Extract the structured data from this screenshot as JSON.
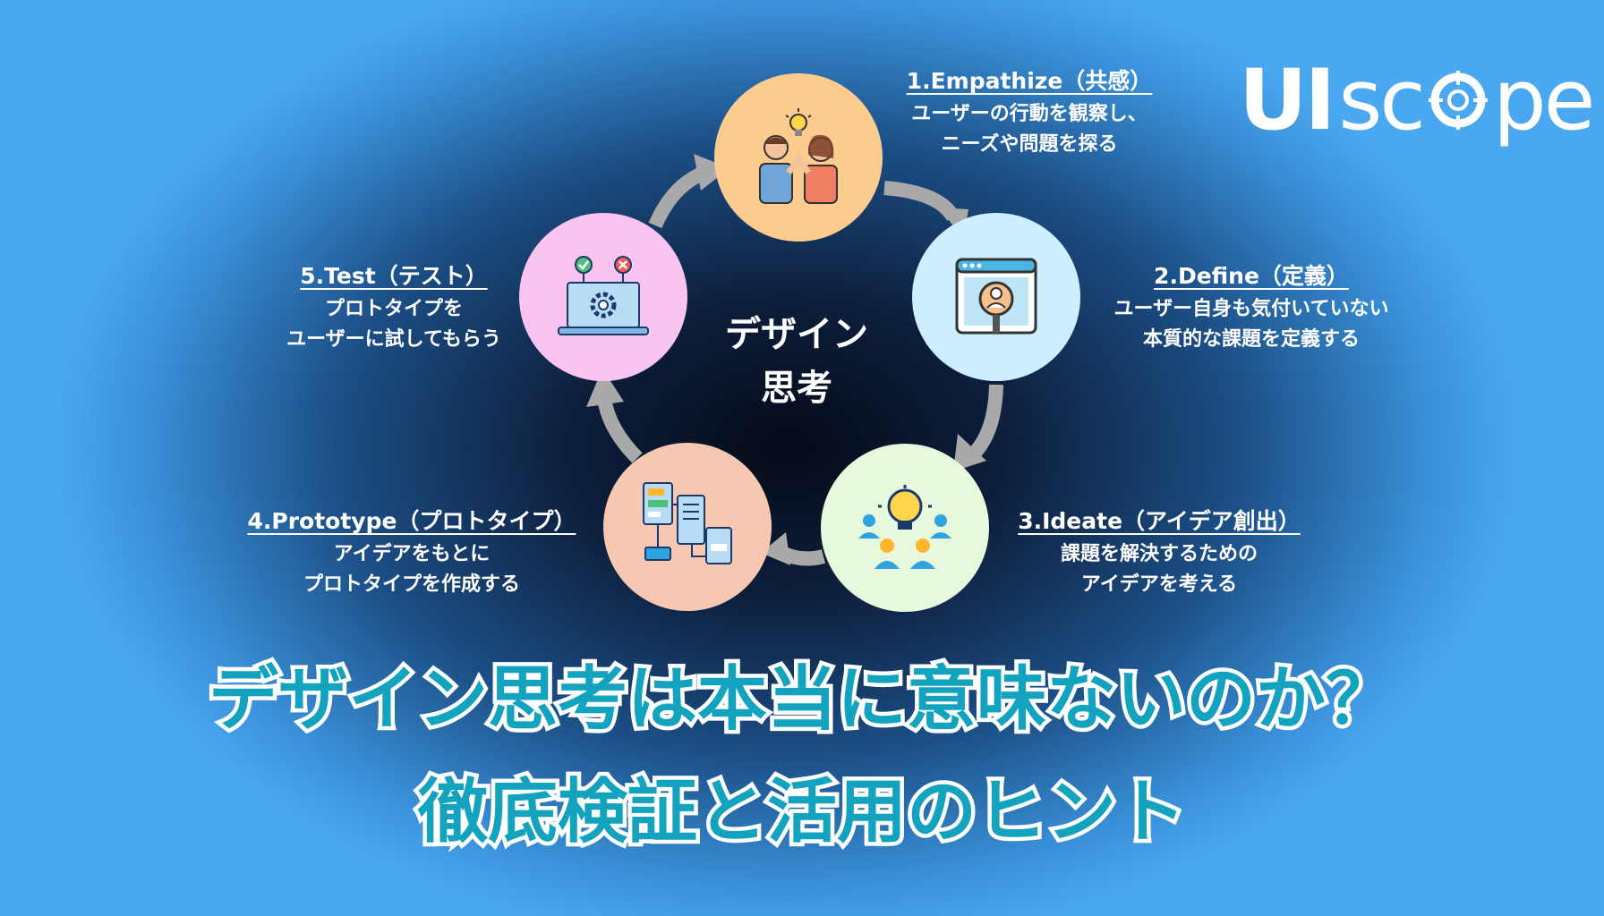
{
  "brand": {
    "logo_prefix": "UI",
    "logo_suffix_before": "sc",
    "logo_suffix_after": "pe"
  },
  "diagram": {
    "center_line1": "デザイン",
    "center_line2": "思考",
    "steps": [
      {
        "title": "1.Empathize（共感）",
        "line1": "ユーザーの行動を観察し、",
        "line2": "ニーズや問題を探る",
        "color": "#fccb8e"
      },
      {
        "title": "2.Define（定義）",
        "line1": "ユーザー自身も気付いていない",
        "line2": "本質的な課題を定義する",
        "color": "#cdeefc"
      },
      {
        "title": "3.Ideate（アイデア創出）",
        "line1": "課題を解決するための",
        "line2": "アイデアを考える",
        "color": "#e6f9dd"
      },
      {
        "title": "4.Prototype（プロトタイプ）",
        "line1": "アイデアをもとに",
        "line2": "プロトタイプを作成する",
        "color": "#f6c8b2"
      },
      {
        "title": "5.Test（テスト）",
        "line1": "プロトタイプを",
        "line2": "ユーザーに試してもらう",
        "color": "#f9c4ef"
      }
    ]
  },
  "headline": {
    "line1": "デザイン思考は本当に意味ないのか？",
    "line2": "徹底検証と活用のヒント",
    "color": "#13a3bf"
  }
}
